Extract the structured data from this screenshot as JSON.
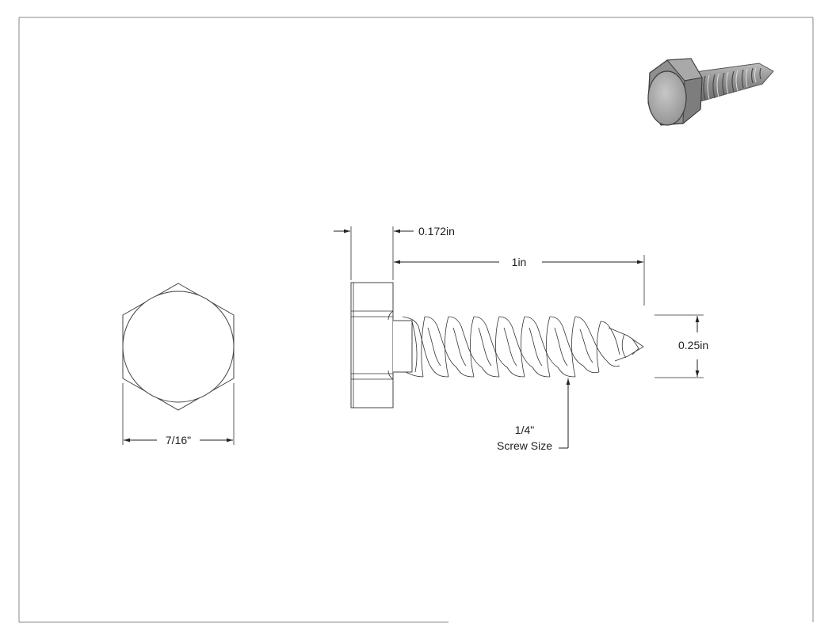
{
  "drawing": {
    "dimensions": {
      "head_height": "0.172in",
      "length": "1in",
      "diameter": "0.25in",
      "across_flats": "7/16\"",
      "screw_size_line1": "1/4\"",
      "screw_size_line2": "Screw Size"
    },
    "colors": {
      "line": "#222222",
      "border": "#888888",
      "render_body": "#9a9a9a",
      "render_face": "#b8b8b8"
    }
  }
}
